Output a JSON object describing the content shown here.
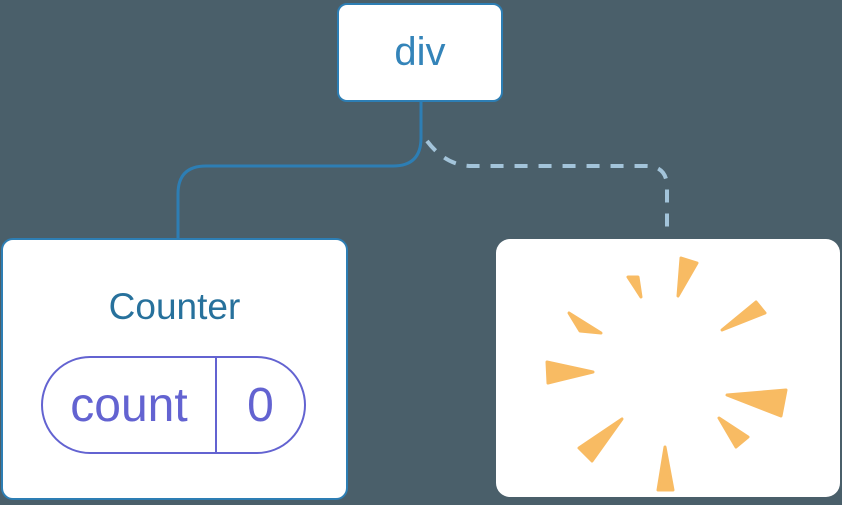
{
  "diagram_title": "component tree with removed branch",
  "nodes": {
    "root": {
      "label": "div"
    },
    "counter": {
      "title": "Counter",
      "state": {
        "key": "count",
        "value": "0"
      }
    },
    "removed": {
      "icon": "poof-icon"
    }
  },
  "edges": {
    "root_to_counter": {
      "style": "solid"
    },
    "root_to_removed": {
      "style": "dashed"
    }
  },
  "colors": {
    "background": "#4A5F6A",
    "node_fill": "#FFFFFF",
    "node_border": "#2D7EB4",
    "root_label_text": "#3484B9",
    "counter_title_text": "#27719C",
    "state_accent": "#6363D1",
    "solid_edge": "#2D7EB4",
    "dashed_edge": "#A3C4DA",
    "poof_orange": "#F8BB63"
  }
}
